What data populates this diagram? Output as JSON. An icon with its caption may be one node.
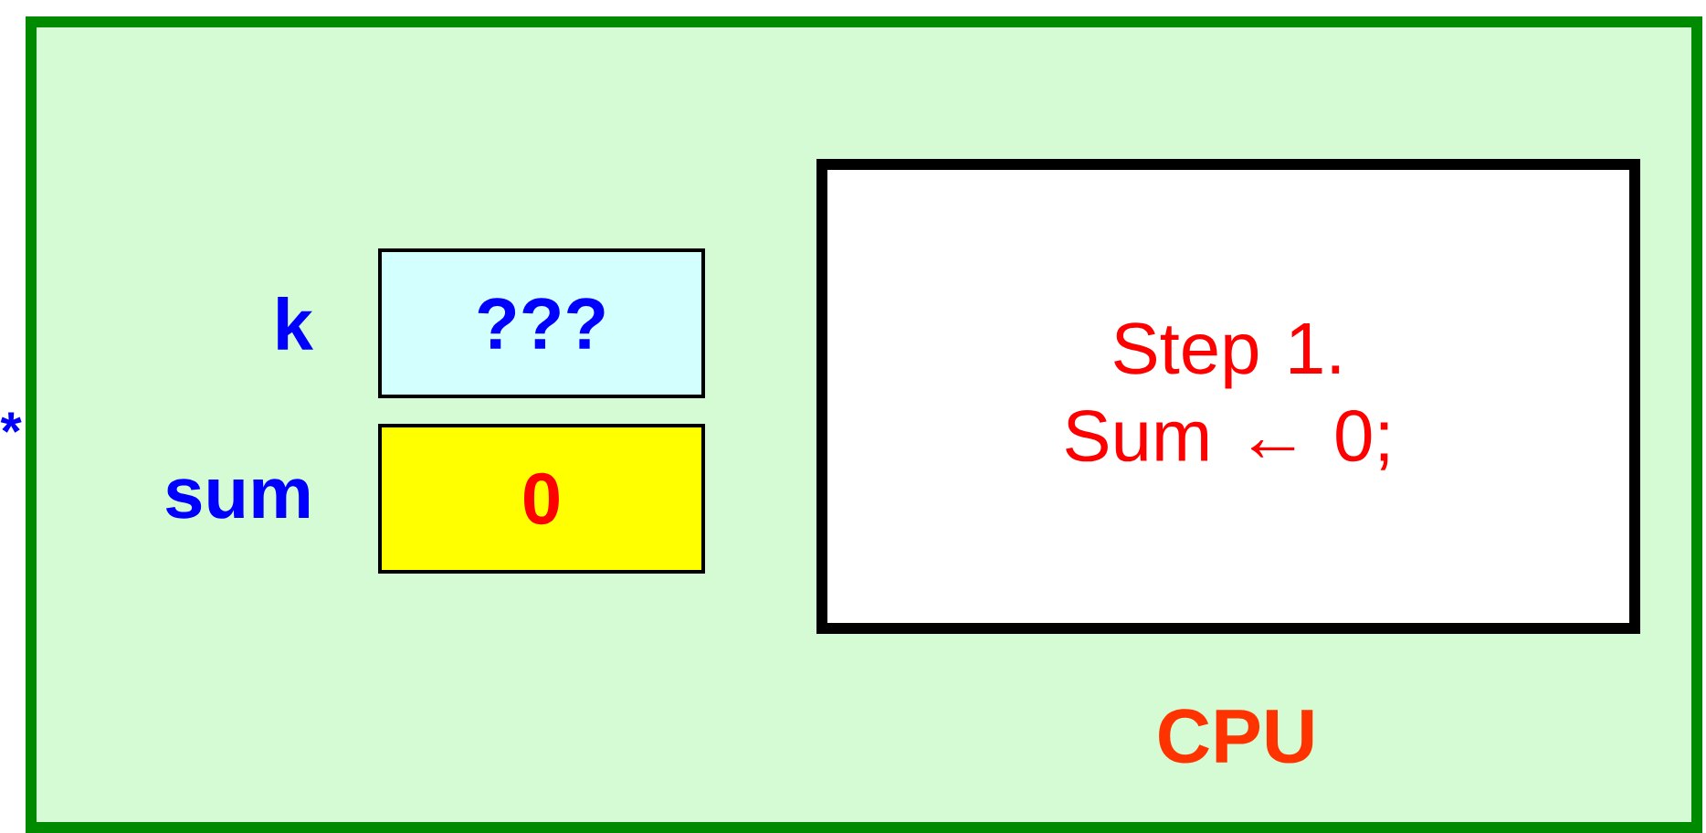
{
  "diagram": {
    "nodes": [
      {
        "text": [
          "CPU"
        ]
      },
      {
        "text": [
          "???"
        ],
        "beside": [
          "k"
        ],
        "in": 0
      },
      {
        "text": [
          "0"
        ],
        "beside": [
          "sum"
        ],
        "in": 0
      },
      {
        "text": [
          "Step 1. Sum ← 0;"
        ],
        "in": 0
      }
    ],
    "labels": [
      "*"
    ]
  }
}
